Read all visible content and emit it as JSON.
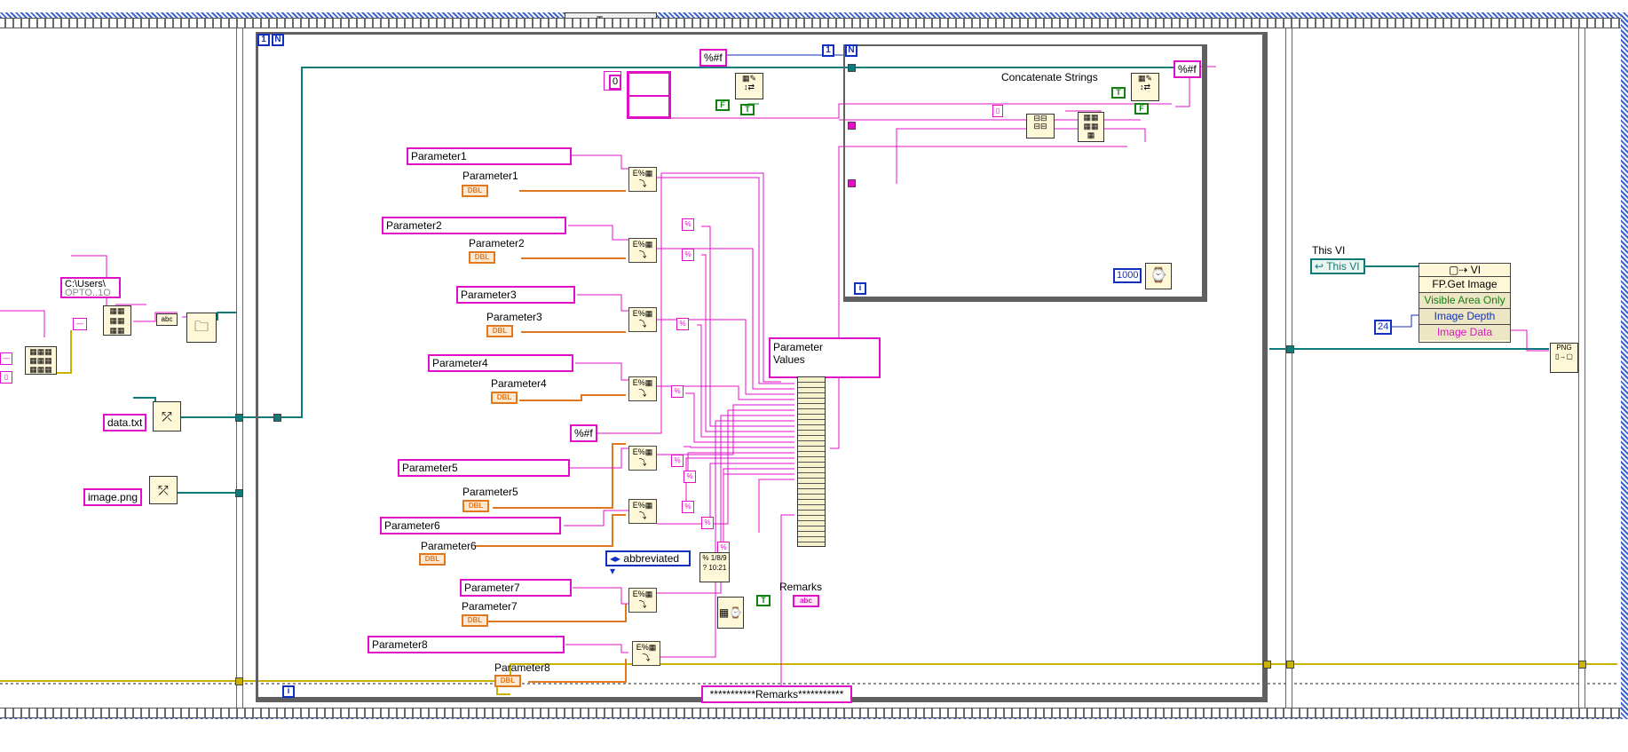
{
  "case_selector": {
    "value": "True",
    "left_arrow": "◂",
    "right_arrow": "▾▸"
  },
  "left_frame": {
    "path_constant": "C:\\Users\\",
    "path_tail": "OPTO..1O",
    "data_file": "data.txt",
    "image_file": "image.png"
  },
  "outer_loop": {
    "count_label": "N",
    "count_value": "1",
    "iteration_label": "i"
  },
  "inner_loop": {
    "count_label": "N",
    "count_value": "1",
    "iteration_label": "i",
    "title": "Concatenate Strings",
    "wait_ms": "1000"
  },
  "format_strings": {
    "top": "%#f",
    "mid": "%#f",
    "right": "%#f"
  },
  "array_index_value": "0",
  "parameters": [
    {
      "string_label": "Parameter1",
      "control_label": "Parameter1",
      "type": "DBL"
    },
    {
      "string_label": "Parameter2",
      "control_label": "Parameter2",
      "type": "DBL"
    },
    {
      "string_label": "Parameter3",
      "control_label": "Parameter3",
      "type": "DBL"
    },
    {
      "string_label": "Parameter4",
      "control_label": "Parameter4",
      "type": "DBL"
    },
    {
      "string_label": "Parameter5",
      "control_label": "Parameter5",
      "type": "DBL"
    },
    {
      "string_label": "Parameter6",
      "control_label": "Parameter6",
      "type": "DBL"
    },
    {
      "string_label": "Parameter7",
      "control_label": "Parameter7",
      "type": "DBL"
    },
    {
      "string_label": "Parameter8",
      "control_label": "Parameter8",
      "type": "DBL"
    }
  ],
  "parameter_values_label": "Parameter\nValues",
  "time_format_enum": "abbreviated",
  "remarks": {
    "label": "Remarks",
    "type": "abc",
    "constant": "***********Remarks***********"
  },
  "booleans": {
    "true": "T",
    "false": "F"
  },
  "right_frame": {
    "this_vi_label": "This VI",
    "this_vi_ref": "This VI",
    "node_class": "VI",
    "node_method": "FP.Get Image",
    "node_params": [
      "Visible Area Only",
      "Image Depth",
      "Image Data"
    ],
    "image_depth_value": "24",
    "png_icon": "PNG"
  },
  "colors": {
    "string_wire": "#e010c8",
    "refnum_wire": "#0e7a7a",
    "double_wire": "#e07820",
    "error_wire": "#c8b400",
    "boolean_wire": "#108010",
    "numeric_wire": "#1030c0"
  },
  "icons": [
    "format-into-string-icon",
    "build-array-icon",
    "concatenate-icon",
    "wait-ms-icon",
    "write-to-png-icon",
    "build-path-icon",
    "format-date-time-icon",
    "array-to-spreadsheet-icon"
  ]
}
